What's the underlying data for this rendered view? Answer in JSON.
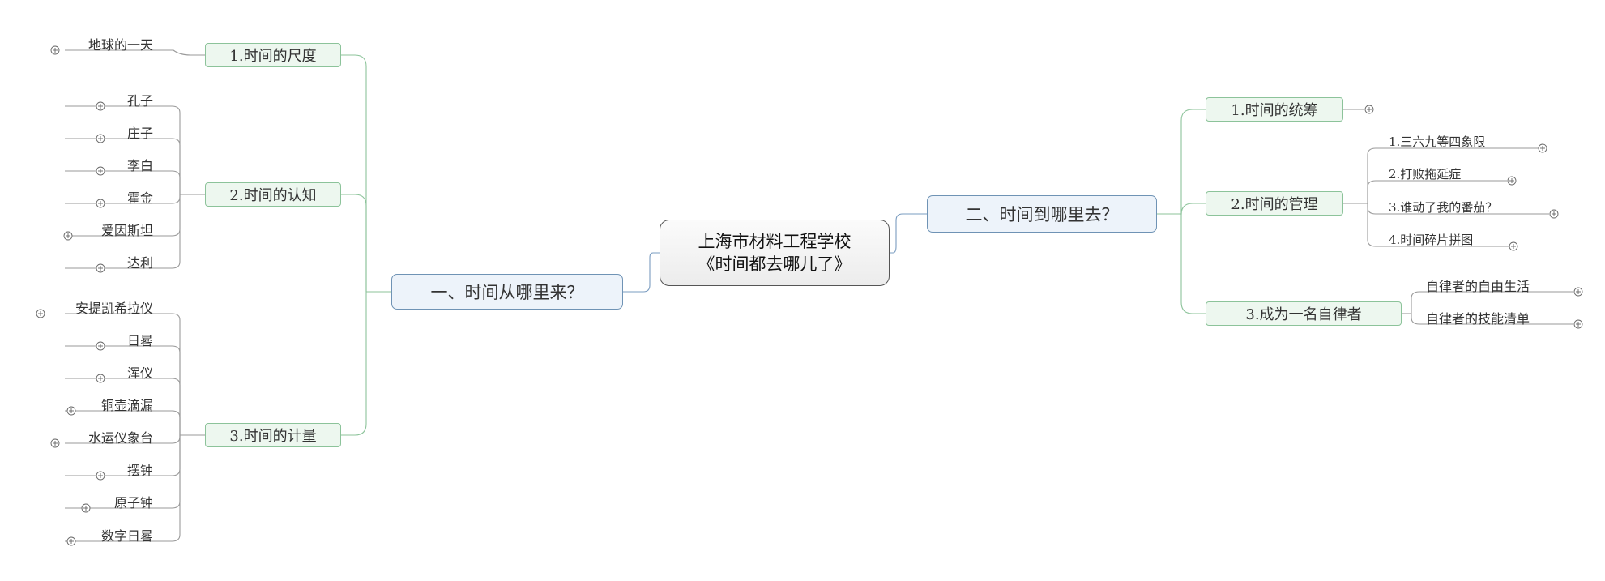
{
  "root": {
    "line1": "上海市材料工程学校",
    "line2": "《时间都去哪儿了》"
  },
  "left": {
    "label": "一、时间从哪里来？",
    "groups": [
      {
        "label": "1.时间的尺度",
        "leaves": [
          "地球的一天"
        ]
      },
      {
        "label": "2.时间的认知",
        "leaves": [
          "孔子",
          "庄子",
          "李白",
          "霍金",
          "爱因斯坦",
          "达利"
        ]
      },
      {
        "label": "3.时间的计量",
        "leaves": [
          "安提凯希拉仪",
          "日晷",
          "浑仪",
          "铜壶滴漏",
          "水运仪象台",
          "摆钟",
          "原子钟",
          "数字日晷"
        ]
      }
    ]
  },
  "right": {
    "label": "二、时间到哪里去？",
    "groups": [
      {
        "label": "1.时间的统筹",
        "leaves": []
      },
      {
        "label": "2.时间的管理",
        "leaves": [
          "1.三六九等四象限",
          "2.打败拖延症",
          "3.谁动了我的番茄？",
          "4.时间碎片拼图"
        ]
      },
      {
        "label": "3.成为一名自律者",
        "leaves": [
          "自律者的自由生活",
          "自律者的技能清单"
        ]
      }
    ]
  },
  "colors": {
    "main_line": "#7a9cc0",
    "sub_line": "#8cc39a",
    "leaf_line": "#9a9a9a"
  },
  "icons": {
    "collapse_toggle": "plus-circle-icon"
  }
}
